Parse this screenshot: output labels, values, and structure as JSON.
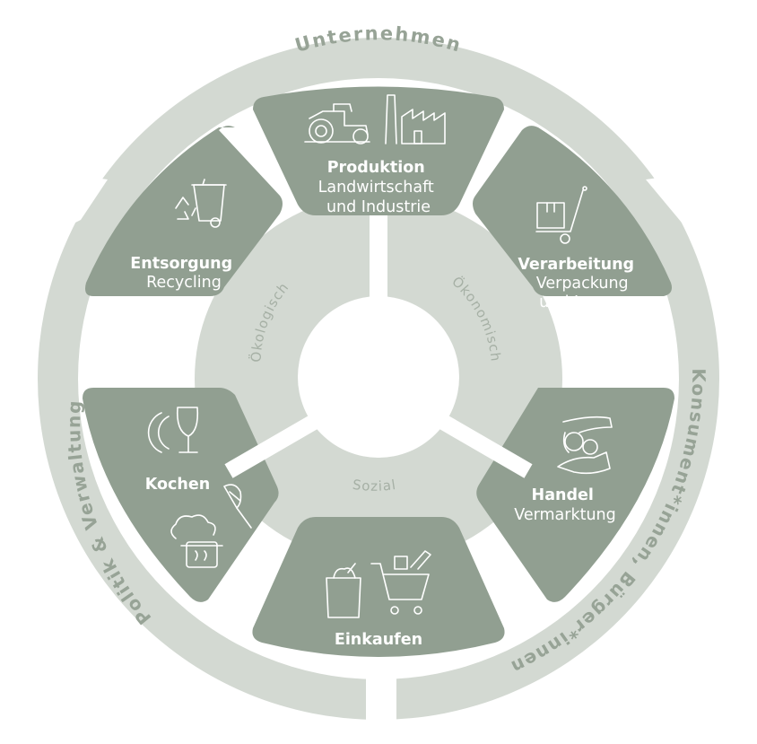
{
  "outer_ring": {
    "top": "Unternehmen",
    "left": "Politik & Verwaltung",
    "right": "Konsument*innen, Bürger*innen"
  },
  "inner_ring": {
    "left": "Ökologisch",
    "right": "Ökonomisch",
    "bottom": "Sozial"
  },
  "segments": [
    {
      "id": "produktion",
      "lines": [
        "Produktion",
        "Landwirtschaft",
        "und  Industrie"
      ],
      "icons": [
        "tractor-icon",
        "factory-icon"
      ]
    },
    {
      "id": "verarbeitung",
      "lines": [
        "Verarbeitung",
        "Verpackung",
        "und Lagerung"
      ],
      "icons": [
        "hand-truck-box-icon"
      ]
    },
    {
      "id": "handel",
      "lines": [
        "Handel",
        "Vermarktung"
      ],
      "icons": [
        "money-hand-icon"
      ]
    },
    {
      "id": "einkaufen",
      "lines": [
        "Einkaufen"
      ],
      "icons": [
        "grocery-bag-icon",
        "shopping-cart-icon"
      ]
    },
    {
      "id": "kochen",
      "lines": [
        "Kochen"
      ],
      "icons": [
        "plate-glass-icon",
        "whisk-icon",
        "chef-pot-icon"
      ]
    },
    {
      "id": "entsorgung",
      "lines": [
        "Entsorgung",
        "Recycling"
      ],
      "icons": [
        "recycling-bin-icon",
        "delivery-truck-icon"
      ]
    }
  ],
  "colors": {
    "outer_ring": "#d3d9d2",
    "segment": "#919f91",
    "divider": "#ffffff",
    "ring_text": "#97a396",
    "inner_text": "#a6b0a5",
    "segment_text": "#ffffff"
  }
}
